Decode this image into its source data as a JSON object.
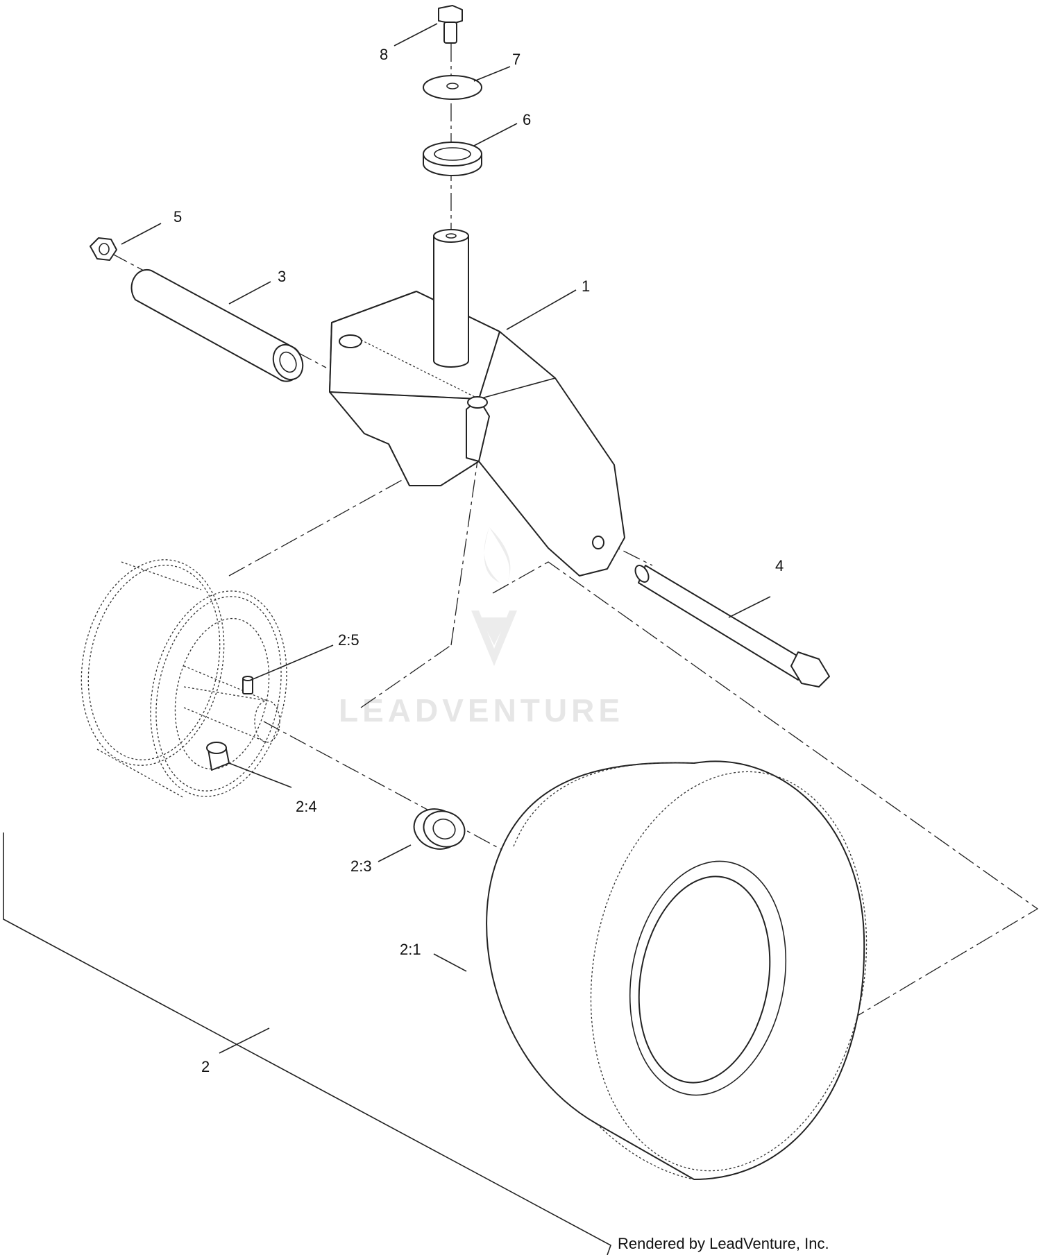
{
  "callouts": {
    "c1": "1",
    "c2": "2",
    "c2_1": "2:1",
    "c2_3": "2:3",
    "c2_4": "2:4",
    "c2_5": "2:5",
    "c3": "3",
    "c4": "4",
    "c5": "5",
    "c6": "6",
    "c7": "7",
    "c8": "8"
  },
  "watermark": {
    "text": "LEADVENTURE"
  },
  "footer": {
    "credit": "Rendered by LeadVenture, Inc."
  }
}
